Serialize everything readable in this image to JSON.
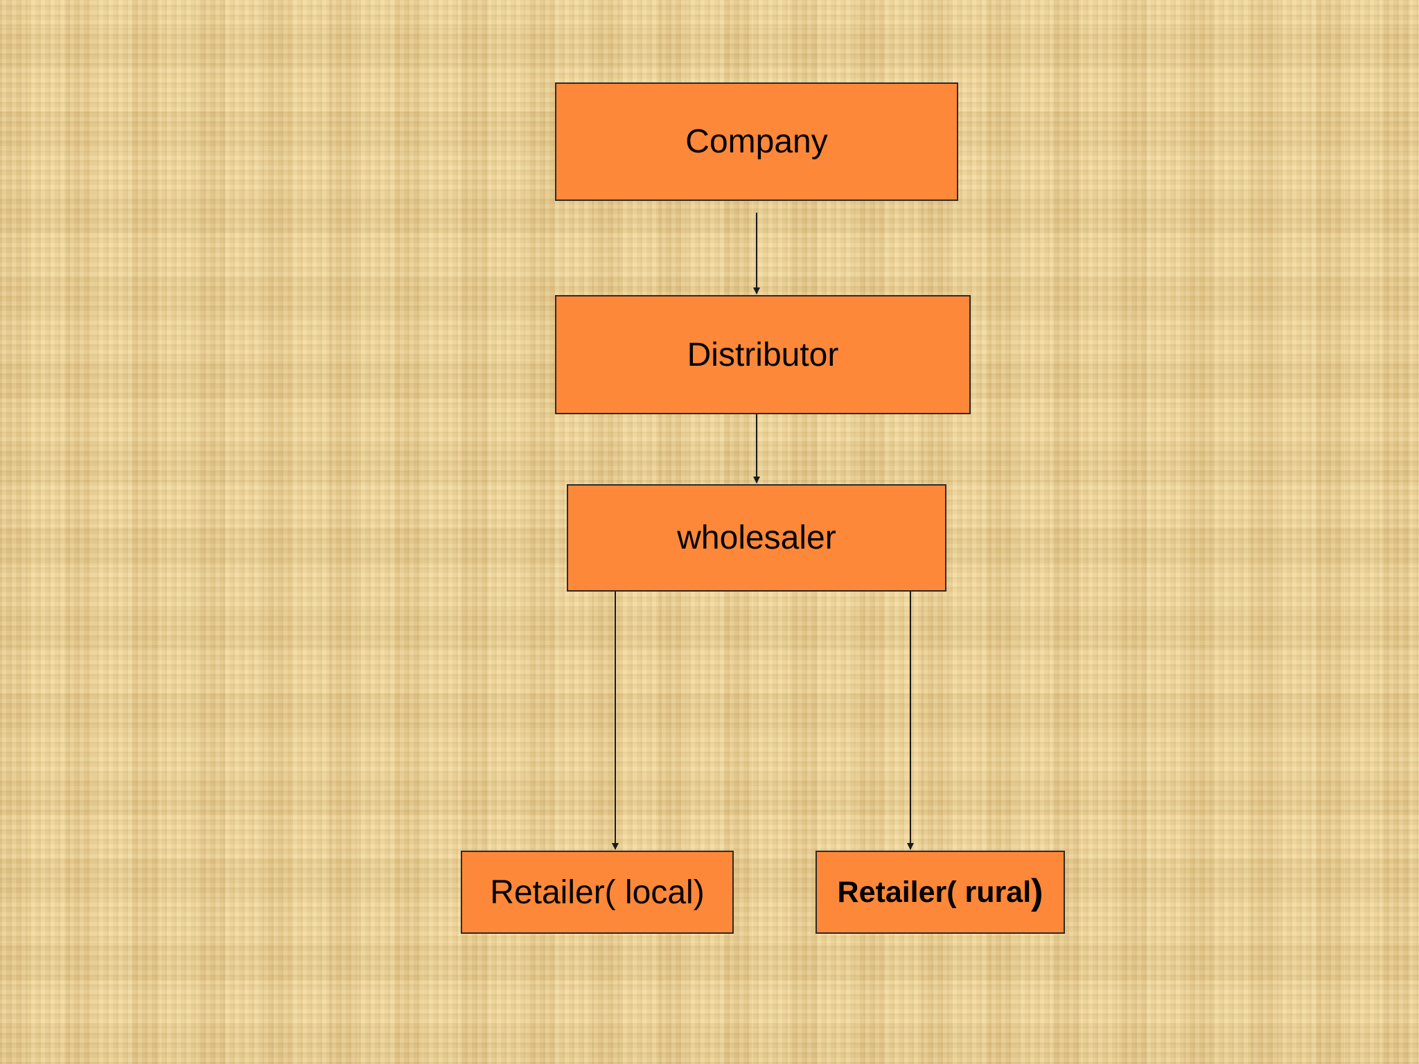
{
  "diagram": {
    "nodes": {
      "company": "Company",
      "distributor": "Distributor",
      "wholesaler": "wholesaler",
      "retailer_local": "Retailer( local)",
      "retailer_rural": "Retailer( rural",
      "retailer_rural_close": ")"
    },
    "edges": [
      {
        "from": "Company",
        "to": "Distributor"
      },
      {
        "from": "Distributor",
        "to": "wholesaler"
      },
      {
        "from": "wholesaler",
        "to": "Retailer( local)"
      },
      {
        "from": "wholesaler",
        "to": "Retailer( rural)"
      }
    ],
    "colors": {
      "node_fill": "#fd8839",
      "node_border": "#2a2a2a",
      "line": "#1a1a1a",
      "background": "#ecd39a"
    }
  }
}
